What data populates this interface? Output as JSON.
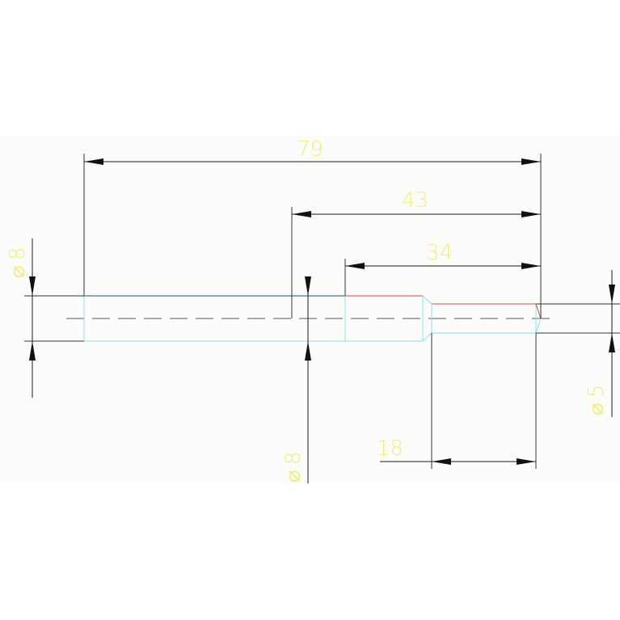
{
  "drawing": {
    "dimensions": {
      "overall_length": "79",
      "length_43": "43",
      "length_34": "34",
      "length_18": "18",
      "diameter_left": "8",
      "diameter_mid": "8",
      "diameter_right": "5"
    },
    "symbols": {
      "diameter": "⌀"
    },
    "colors": {
      "background": "#fcfdfb",
      "dimension_text": "#f2ec7a",
      "part_outline": "#7fe3f0",
      "edge_red": "#dd4444"
    }
  }
}
